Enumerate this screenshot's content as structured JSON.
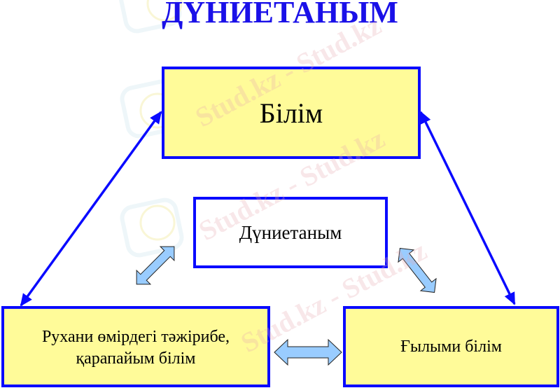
{
  "title": "ДҮНИЕТАНЫМ",
  "boxes": {
    "top": "Білім",
    "center": "Дүниетаным",
    "bottom_left_line1": "Рухани өмірдегі тәжірибе,",
    "bottom_left_line2": "қарапайым білім",
    "bottom_right": "Ғылыми білім"
  },
  "colors": {
    "title": "#1a10e8",
    "box_border": "#0a0aff",
    "box_fill_yellow": "#fffb99",
    "box_fill_white": "#ffffff",
    "connector_line": "#0a0aff",
    "block_arrow_fill": "#99ccff"
  },
  "watermark": "Stud.kz - Stud.kz"
}
